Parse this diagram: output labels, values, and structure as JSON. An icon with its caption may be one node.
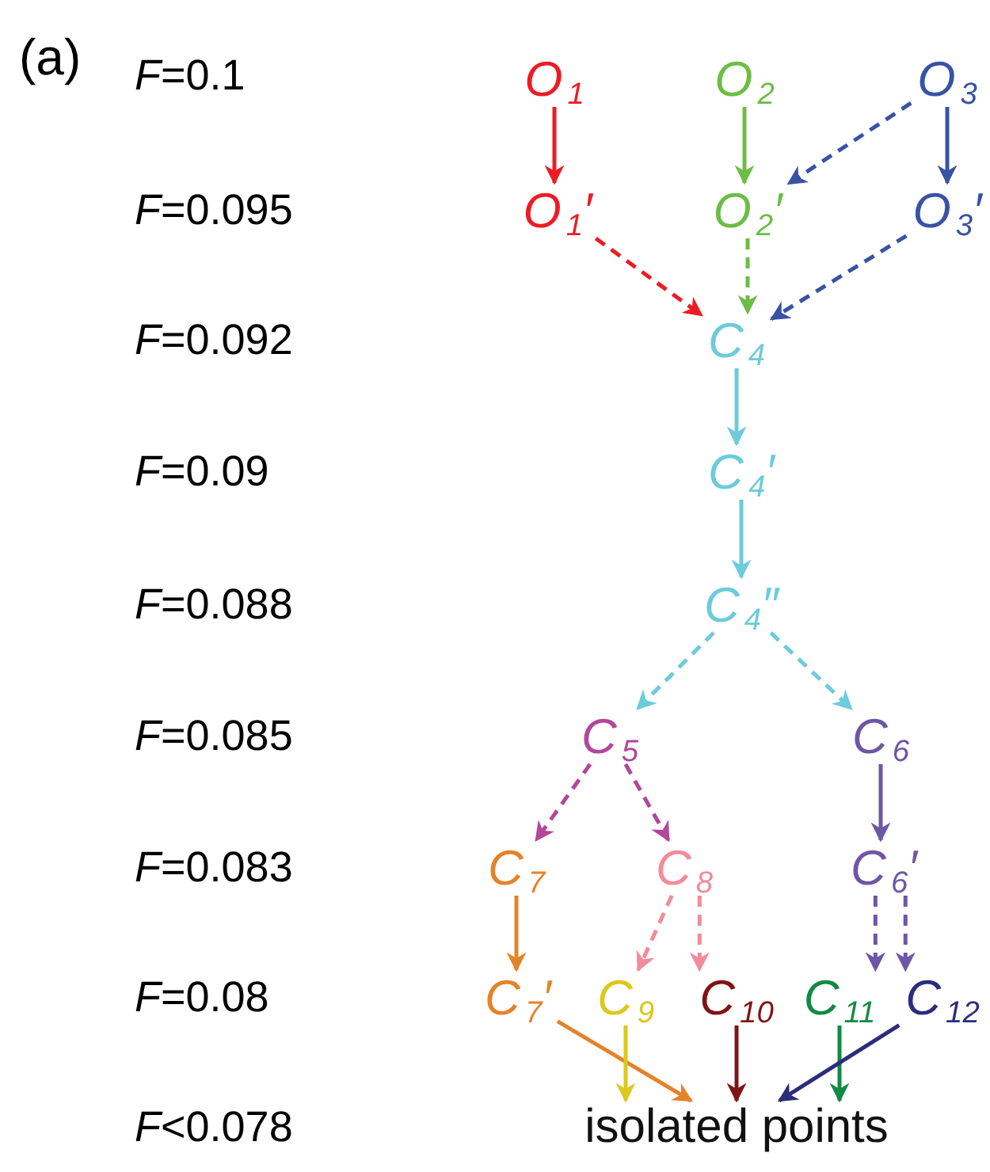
{
  "diagram": {
    "nodes": [
      {
        "text": [
          "O$_{1}$"
        ]
      },
      {
        "text": [
          "O$_{2}$"
        ]
      },
      {
        "text": [
          "O$_{3}$"
        ]
      },
      {
        "text": [
          "O$_{1}$′"
        ]
      },
      {
        "text": [
          "O$_{2}$′"
        ]
      },
      {
        "text": [
          "O$_{3}$′"
        ]
      },
      {
        "text": [
          "C$_{4}$"
        ]
      },
      {
        "text": [
          "C$_{4}$′"
        ]
      },
      {
        "text": [
          "C$_{4}$″"
        ]
      },
      {
        "text": [
          "C$_{5}$"
        ]
      },
      {
        "text": [
          "C$_{6}$"
        ]
      },
      {
        "text": [
          "C$_{7}$"
        ]
      },
      {
        "text": [
          "C$_{8}$"
        ]
      },
      {
        "text": [
          "C$_{6}$′"
        ]
      },
      {
        "text": [
          "C$_{7}$′"
        ]
      },
      {
        "text": [
          "C$_{9}$"
        ]
      },
      {
        "text": [
          "C$_{10}$"
        ]
      },
      {
        "text": [
          "C$_{11}$"
        ]
      },
      {
        "text": [
          "C$_{12}$"
        ]
      },
      {
        "text": [
          "isolated points"
        ]
      }
    ],
    "edges": [
      {
        "from": 0,
        "to": 3,
        "arrow": "to",
        "color": "#ed1c24"
      },
      {
        "from": 1,
        "to": 4,
        "arrow": "to",
        "color": "#6cbd45"
      },
      {
        "from": 2,
        "to": 4,
        "arrow": "to",
        "style": "dashed",
        "color": "#3953a4"
      },
      {
        "from": 2,
        "to": 5,
        "arrow": "to",
        "color": "#3953a4"
      },
      {
        "from": 3,
        "to": 6,
        "arrow": "to",
        "style": "dashed",
        "color": "#ed1c24"
      },
      {
        "from": 4,
        "to": 6,
        "arrow": "to",
        "style": "dashed",
        "color": "#6cbd45"
      },
      {
        "from": 5,
        "to": 6,
        "arrow": "to",
        "style": "dashed",
        "color": "#3953a4"
      },
      {
        "from": 6,
        "to": 7,
        "arrow": "to",
        "color": "#6ccbdc"
      },
      {
        "from": 7,
        "to": 8,
        "arrow": "to",
        "color": "#6ccbdc"
      },
      {
        "from": 8,
        "to": 9,
        "arrow": "to",
        "style": "dashed",
        "color": "#6ccbdc"
      },
      {
        "from": 8,
        "to": 10,
        "arrow": "to",
        "style": "dashed",
        "color": "#6ccbdc"
      },
      {
        "from": 9,
        "to": 11,
        "arrow": "to",
        "style": "dashed",
        "color": "#b2479b"
      },
      {
        "from": 9,
        "to": 12,
        "arrow": "to",
        "style": "dashed",
        "color": "#b2479b"
      },
      {
        "from": 10,
        "to": 13,
        "arrow": "to",
        "color": "#6e56a6"
      },
      {
        "from": 11,
        "to": 14,
        "arrow": "to",
        "color": "#e5832a"
      },
      {
        "from": 12,
        "to": 15,
        "arrow": "to",
        "style": "dashed",
        "color": "#f28b9b"
      },
      {
        "from": 12,
        "to": 16,
        "arrow": "to",
        "style": "dashed",
        "color": "#f28b9b"
      },
      {
        "from": 13,
        "to": 17,
        "arrow": "to",
        "style": "dashed",
        "color": "#6e56a6"
      },
      {
        "from": 13,
        "to": 18,
        "arrow": "to",
        "style": "dashed",
        "color": "#6e56a6"
      },
      {
        "from": 14,
        "to": 19,
        "arrow": "to",
        "color": "#e5832a"
      },
      {
        "from": 15,
        "to": 19,
        "arrow": "to",
        "color": "#dcc81e"
      },
      {
        "from": 16,
        "to": 19,
        "arrow": "to",
        "color": "#7f1416"
      },
      {
        "from": 17,
        "to": 19,
        "arrow": "to",
        "color": "#138a44"
      },
      {
        "from": 18,
        "to": 19,
        "arrow": "to",
        "color": "#2b2d7c"
      }
    ],
    "labels": [
      "(a)",
      "*F*=0.1",
      "*F*=0.095",
      "*F*=0.092",
      "*F*=0.09",
      "*F*=0.088",
      "*F*=0.085",
      "*F*=0.083",
      "*F*=0.08",
      "*F*<0.078"
    ]
  }
}
